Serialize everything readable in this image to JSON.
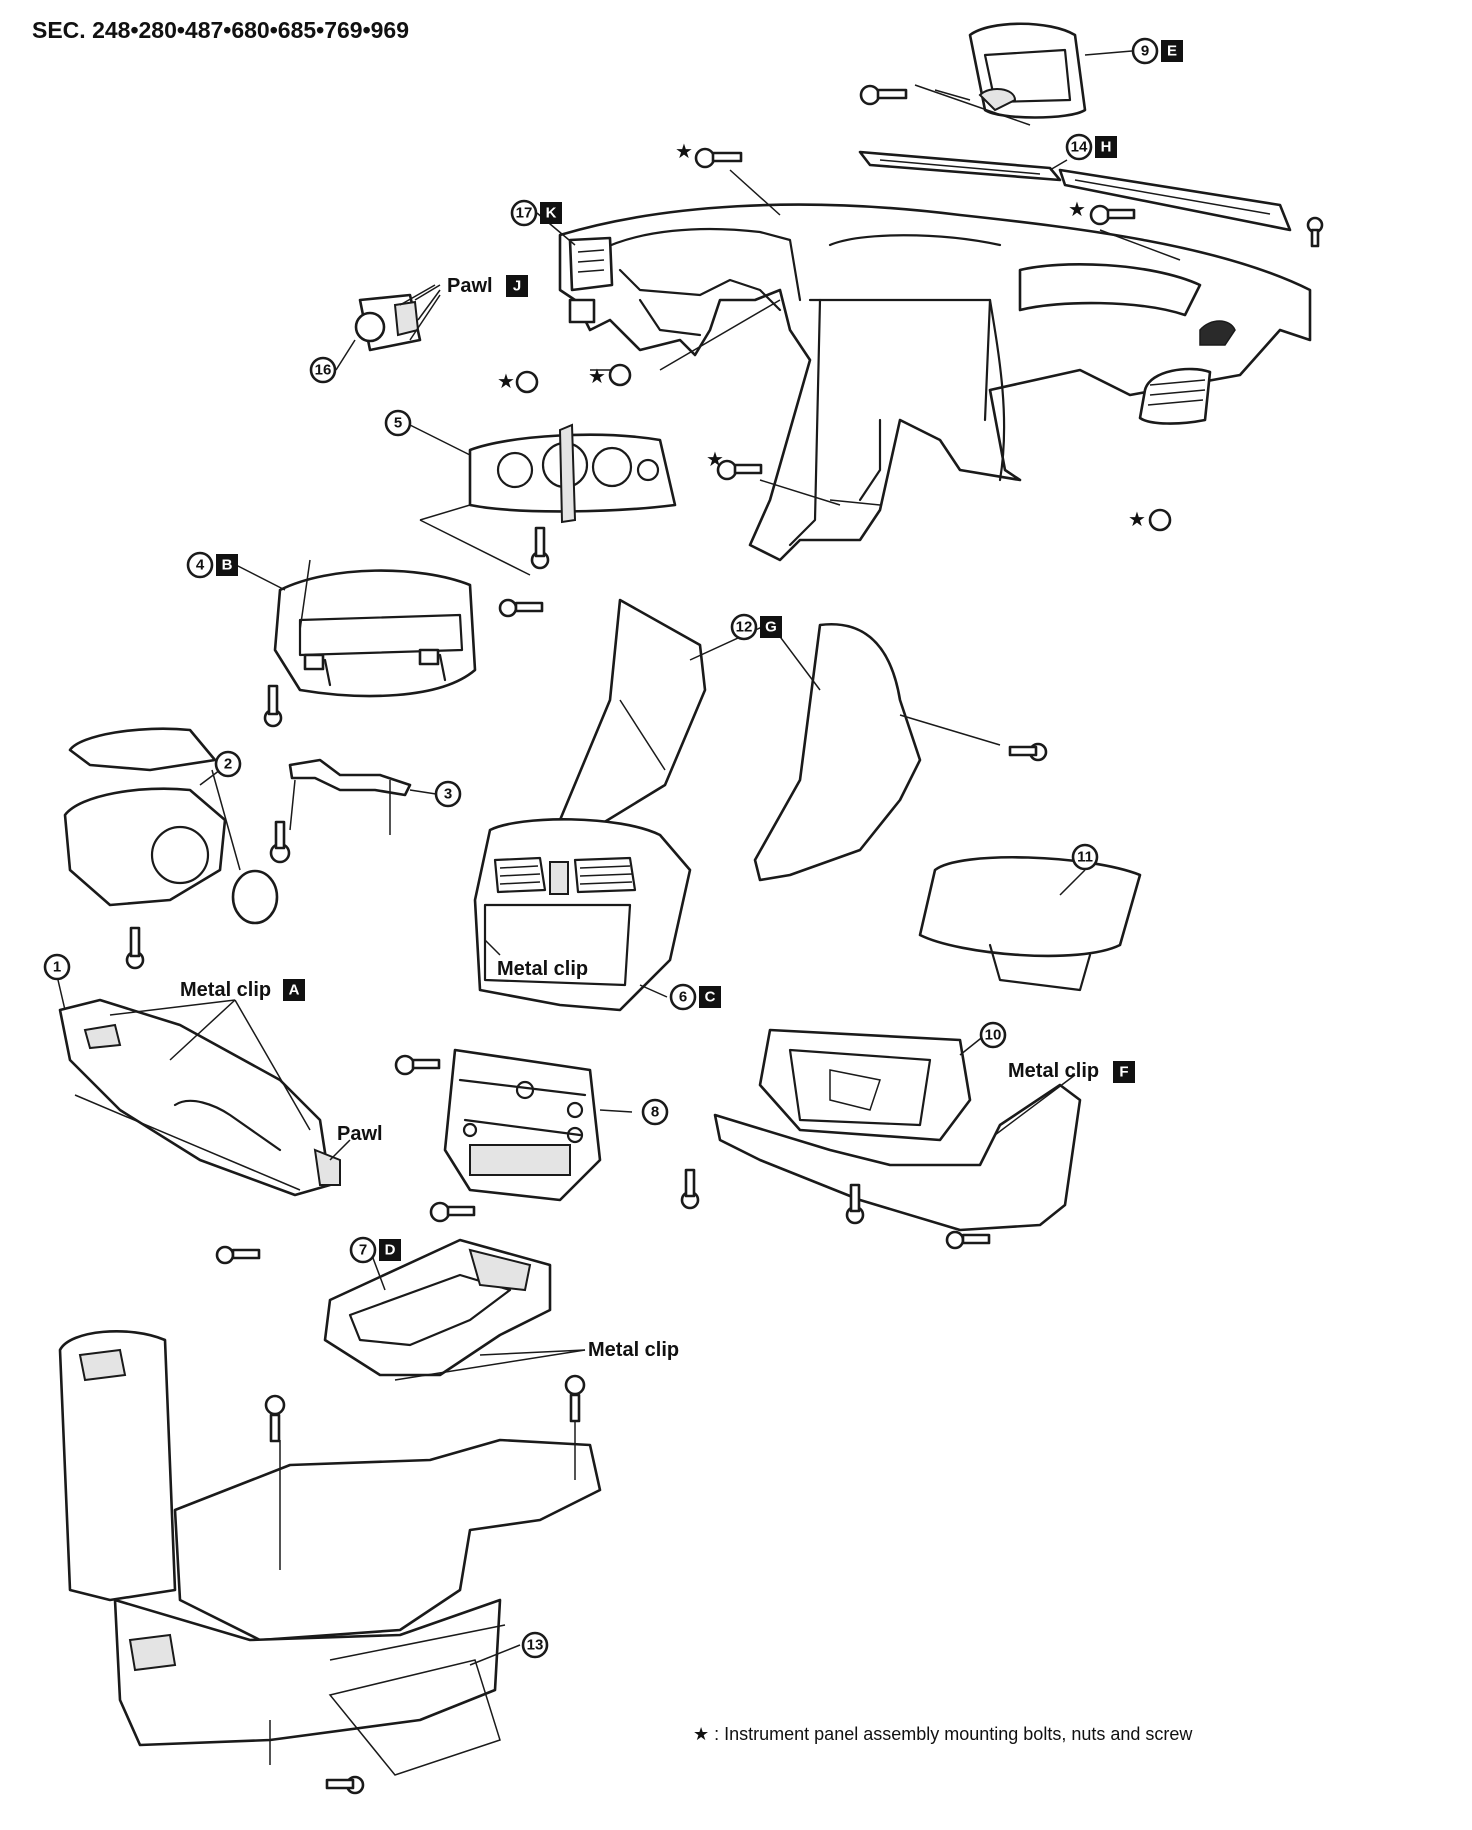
{
  "section": "SEC. 248•280•487•680•685•769•969",
  "callouts": [
    {
      "num": "9",
      "letter": "E"
    },
    {
      "num": "14",
      "letter": "H"
    },
    {
      "num": "17",
      "letter": "K"
    },
    {
      "num": "16",
      "letter": ""
    },
    {
      "num": "5",
      "letter": ""
    },
    {
      "num": "4",
      "letter": "B"
    },
    {
      "num": "12",
      "letter": "G"
    },
    {
      "num": "2",
      "letter": ""
    },
    {
      "num": "3",
      "letter": ""
    },
    {
      "num": "11",
      "letter": ""
    },
    {
      "num": "1",
      "letter": ""
    },
    {
      "num": "6",
      "letter": "C"
    },
    {
      "num": "10",
      "letter": ""
    },
    {
      "num": "8",
      "letter": ""
    },
    {
      "num": "7",
      "letter": "D"
    },
    {
      "num": "13",
      "letter": ""
    }
  ],
  "labels": {
    "pawl_j": "Pawl",
    "pawl_j_letter": "J",
    "metal_clip_a": "Metal clip",
    "metal_clip_a_letter": "A",
    "metal_clip_inner": "Metal clip",
    "pawl": "Pawl",
    "metal_clip_f": "Metal clip",
    "metal_clip_f_letter": "F",
    "metal_clip_d": "Metal clip"
  },
  "star_symbol": "★",
  "legend": "★ : Instrument panel assembly mounting bolts, nuts and screw"
}
